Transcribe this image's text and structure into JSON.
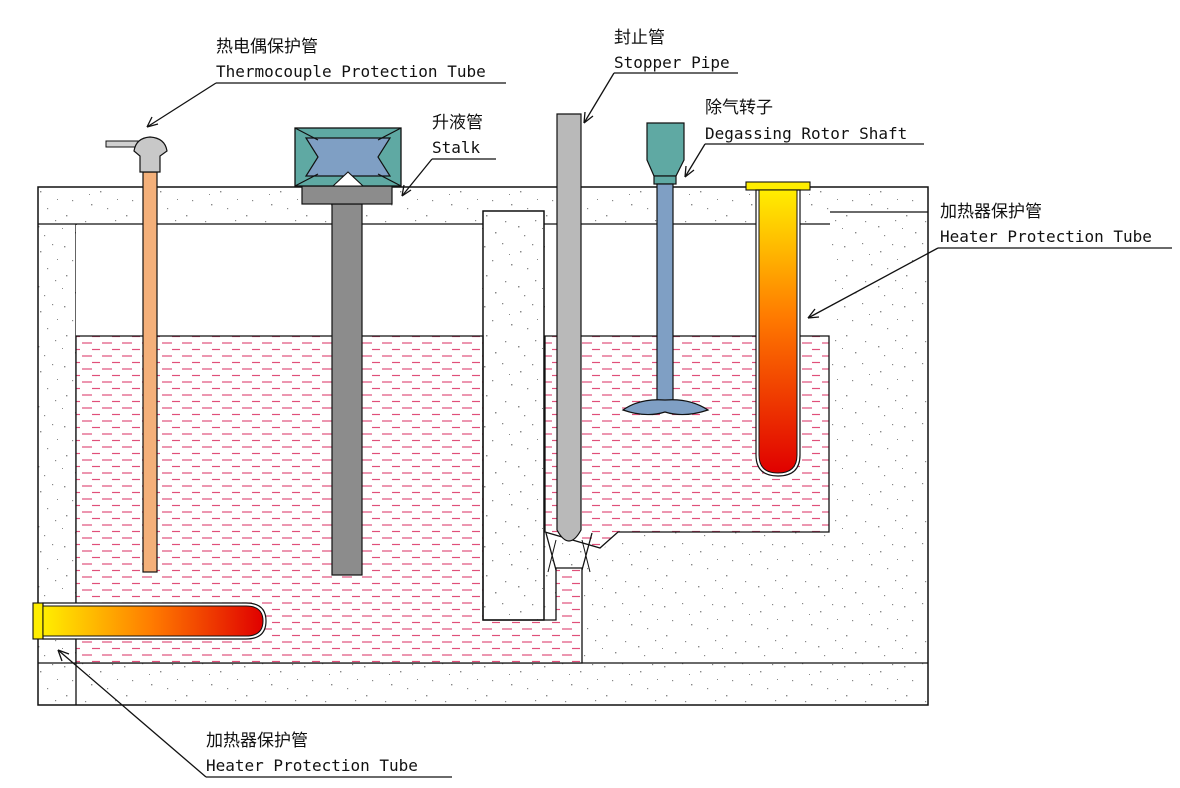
{
  "labels": {
    "thermocouple": {
      "cn": "热电偶保护管",
      "en": "Thermocouple Protection Tube"
    },
    "stalk": {
      "cn": "升液管",
      "en": "Stalk"
    },
    "stopper": {
      "cn": "封止管",
      "en": "Stopper Pipe"
    },
    "rotor": {
      "cn": "除气转子",
      "en": "Degassing Rotor Shaft"
    },
    "heater_right": {
      "cn": "加热器保护管",
      "en": "Heater Protection Tube"
    },
    "heater_bottom": {
      "cn": "加热器保护管",
      "en": "Heater Protection Tube"
    }
  },
  "colors": {
    "outline": "#111111",
    "refractory": "#ffffff",
    "melt_dash": "#e0507a",
    "thermocouple_tube": "#f4b07a",
    "stalk_body": "#8c8c8c",
    "stalk_head": "#5fa9a3",
    "stalk_head_inner": "#7f9fc4",
    "stopper": "#b9b9b9",
    "rotor_shaft": "#7f9fc4",
    "rotor_coupler": "#5fa9a3",
    "heater_hot": "#e00000",
    "heater_cool": "#ffee00"
  }
}
